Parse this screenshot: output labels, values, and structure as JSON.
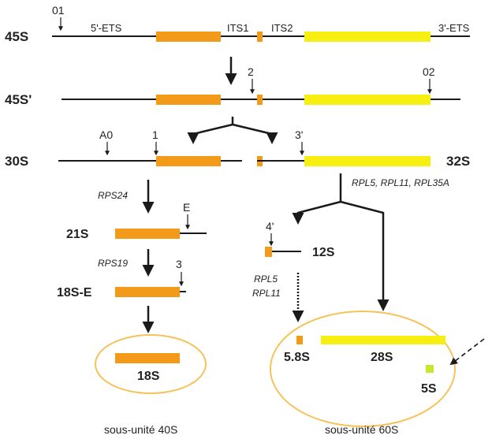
{
  "colors": {
    "line": "#1a1a1a",
    "orange": "#f39a1a",
    "yellow": "#f7ee12",
    "green": "#c8e62a",
    "circle": "#f6c35a"
  },
  "precursors": {
    "p45S": "45S",
    "p45S_prime": "45S'",
    "p30S": "30S",
    "p32S": "32S",
    "p21S": "21S",
    "p18SE": "18S-E",
    "p12S": "12S"
  },
  "regions": {
    "ets5": "5'-ETS",
    "its1": "ITS1",
    "its2": "ITS2",
    "ets3": "3'-ETS"
  },
  "sites": {
    "s01": "01",
    "s2": "2",
    "s02": "02",
    "sA0": "A0",
    "s1": "1",
    "s3prime": "3'",
    "sE": "E",
    "s3": "3",
    "s4prime": "4'"
  },
  "factors": {
    "rps24": "RPS24",
    "rps19": "RPS19",
    "rpl_group": "RPL5, RPL11, RPL35A",
    "rpl5": "RPL5",
    "rpl11": "RPL11"
  },
  "mature": {
    "r18S": "18S",
    "r58S": "5.8S",
    "r28S": "28S",
    "r5S": "5S"
  },
  "subunits": {
    "s40": "sous-unité 40S",
    "s60": "sous-unité 60S"
  }
}
